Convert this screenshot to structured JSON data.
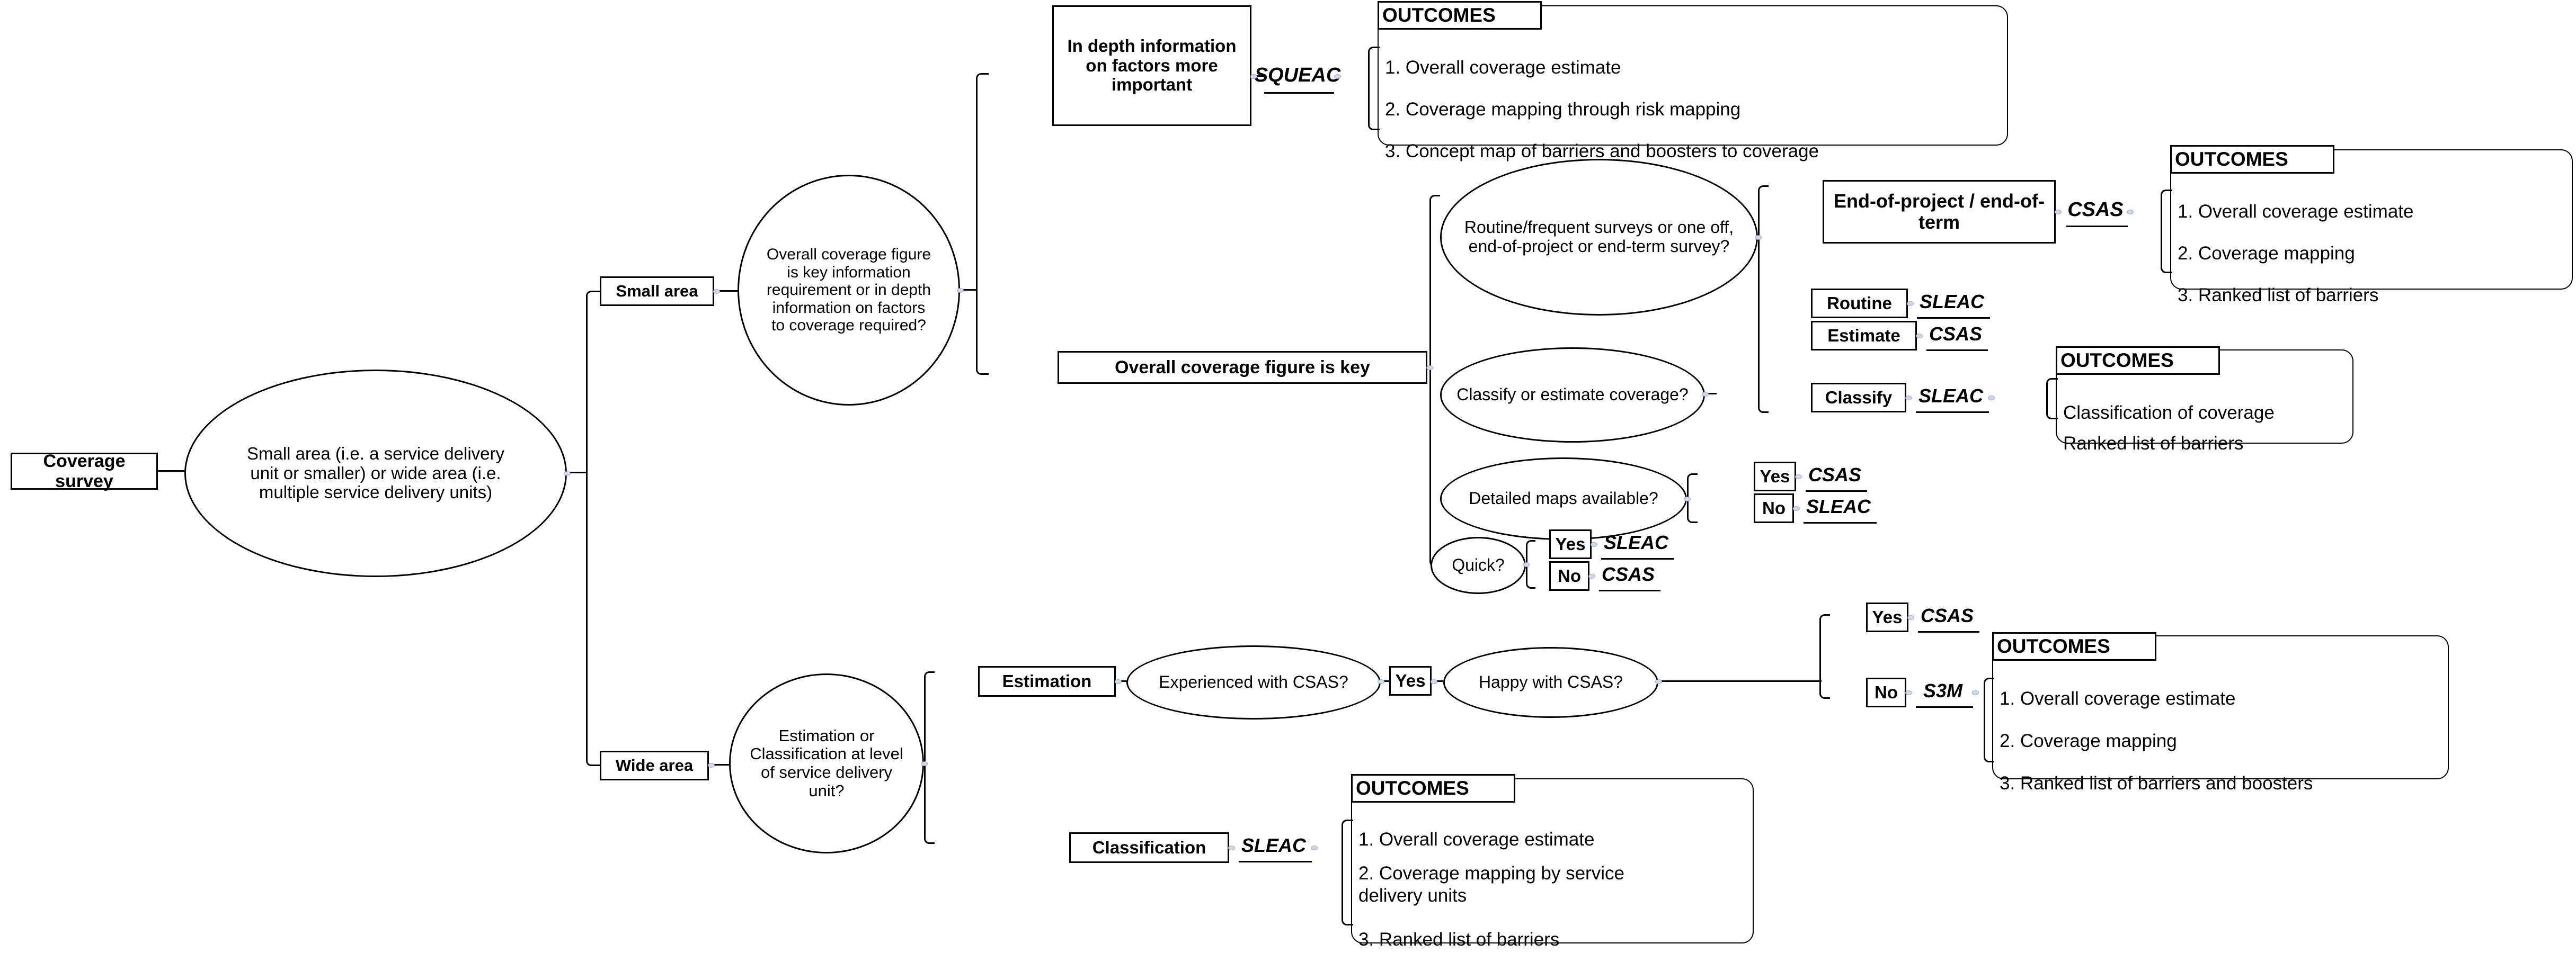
{
  "diagram": {
    "title": "Coverage survey method decision tree",
    "root": {
      "label": "Coverage survey"
    },
    "q_area": {
      "label": "Small area (i.e. a service delivery unit or smaller) or wide area (i.e. multiple service delivery units)"
    },
    "branch_small": {
      "label": "Small area"
    },
    "branch_wide": {
      "label": "Wide area"
    },
    "q_small_info": {
      "label": "Overall coverage figure is key information requirement or in depth information on factors to coverage required?"
    },
    "small_indepth": {
      "label": "In depth information on factors more important"
    },
    "small_indepth_method": {
      "label": "SQUEAC"
    },
    "outcomes_squeac": {
      "title": "OUTCOMES",
      "items": [
        "1. Overall coverage estimate",
        "2. Coverage mapping through risk mapping",
        "3. Concept map of barriers and boosters to coverage"
      ]
    },
    "small_key": {
      "label": "Overall coverage figure is key"
    },
    "q_routine": {
      "label": "Routine/frequent surveys or one off, end-of-project or end-term survey?"
    },
    "endofproject": {
      "label": "End-of-project / end-of-term"
    },
    "endofproject_method": {
      "label": "CSAS"
    },
    "outcomes_csas_endofproject": {
      "title": "OUTCOMES",
      "items": [
        "1. Overall coverage estimate",
        "2. Coverage mapping",
        "3. Ranked list of barriers"
      ]
    },
    "routine": {
      "label": "Routine"
    },
    "routine_method": {
      "label": "SLEAC"
    },
    "q_classify": {
      "label": "Classify or estimate coverage?"
    },
    "estimate": {
      "label": "Estimate"
    },
    "estimate_method": {
      "label": "CSAS"
    },
    "classify": {
      "label": "Classify"
    },
    "classify_method": {
      "label": "SLEAC"
    },
    "outcomes_classify": {
      "title": "OUTCOMES",
      "items": [
        "Classification of coverage",
        "Ranked list of barriers"
      ]
    },
    "q_maps": {
      "label": "Detailed maps available?"
    },
    "maps_yes": {
      "label": "Yes"
    },
    "maps_yes_method": {
      "label": "CSAS"
    },
    "maps_no": {
      "label": "No"
    },
    "maps_no_method": {
      "label": "SLEAC"
    },
    "q_quick": {
      "label": "Quick?"
    },
    "quick_yes": {
      "label": "Yes"
    },
    "quick_yes_method": {
      "label": "SLEAC"
    },
    "quick_no": {
      "label": "No"
    },
    "quick_no_method": {
      "label": "CSAS"
    },
    "q_wide": {
      "label": "Estimation or Classification at level of service delivery unit?"
    },
    "estimation": {
      "label": "Estimation"
    },
    "q_experienced": {
      "label": "Experienced with CSAS?"
    },
    "experienced_yes": {
      "label": "Yes"
    },
    "q_happy": {
      "label": "Happy with CSAS?"
    },
    "happy_yes": {
      "label": "Yes"
    },
    "happy_yes_method": {
      "label": "CSAS"
    },
    "happy_no": {
      "label": "No"
    },
    "happy_no_method": {
      "label": "S3M"
    },
    "outcomes_s3m": {
      "title": "OUTCOMES",
      "items": [
        "1. Overall coverage estimate",
        "2. Coverage mapping",
        "3. Ranked list of barriers and boosters"
      ]
    },
    "classification": {
      "label": "Classification"
    },
    "classification_method": {
      "label": "SLEAC"
    },
    "outcomes_sleac_wide": {
      "title": "OUTCOMES",
      "items": [
        "1. Overall coverage estimate",
        "2. Coverage mapping by service\n     delivery units",
        "3. Ranked list of barriers"
      ]
    }
  },
  "colors": {
    "stroke": "#000000",
    "background": "#ffffff",
    "handle": "#ccd9ef"
  }
}
